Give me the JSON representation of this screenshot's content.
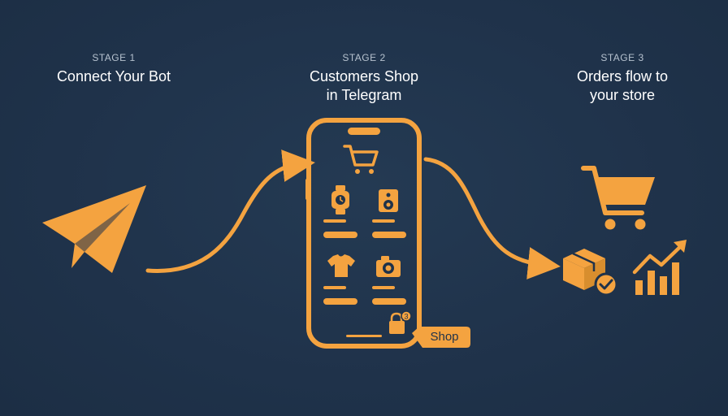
{
  "colors": {
    "background": "#1f324a",
    "accent": "#f4a340",
    "text": "#ffffff",
    "muted_text": "#b6c2cf"
  },
  "stages": [
    {
      "label": "STAGE 1",
      "title": "Connect Your Bot",
      "icon": "telegram-paper-plane-icon"
    },
    {
      "label": "STAGE 2",
      "title": "Customers Shop\nin Telegram",
      "icon": "smartphone-shop-icon"
    },
    {
      "label": "STAGE 3",
      "title": "Orders flow to\nyour store",
      "icon": "store-orders-icon"
    }
  ],
  "phone": {
    "products": [
      "cart-icon",
      "watch-icon",
      "speaker-icon",
      "tshirt-icon",
      "camera-icon"
    ],
    "bag_badge": "3",
    "shop_button_label": "Shop"
  }
}
